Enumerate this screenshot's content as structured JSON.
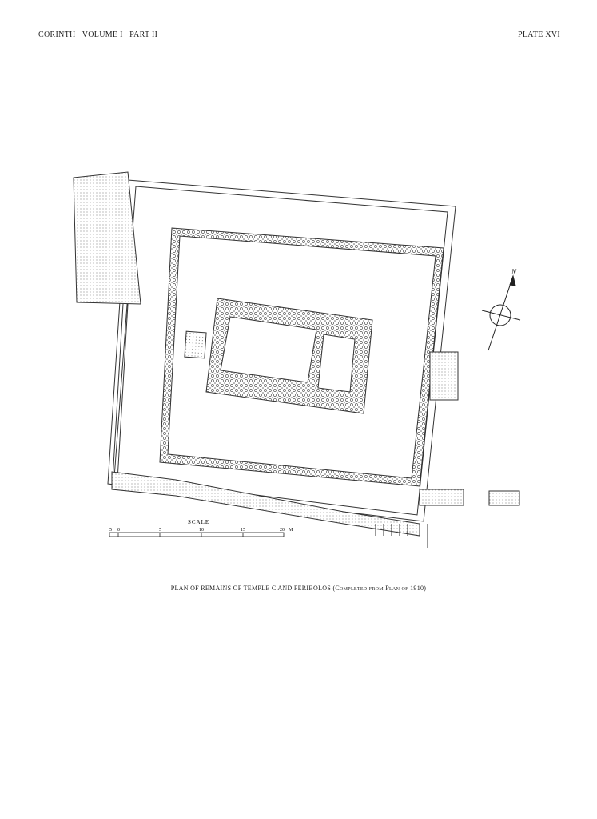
{
  "header": {
    "left": "CORINTH   VOLUME I   PART II",
    "right": "PLATE XVI"
  },
  "plan": {
    "north_label": "N",
    "scale": {
      "title": "SCALE",
      "ticks": [
        "0",
        "5",
        "10",
        "15",
        "20"
      ],
      "unit": "M",
      "left_tick": "5"
    }
  },
  "caption": {
    "main": "PLAN OF REMAINS OF TEMPLE C AND PERIBOLOS",
    "note": "(Completed from Plan of 1910)"
  }
}
